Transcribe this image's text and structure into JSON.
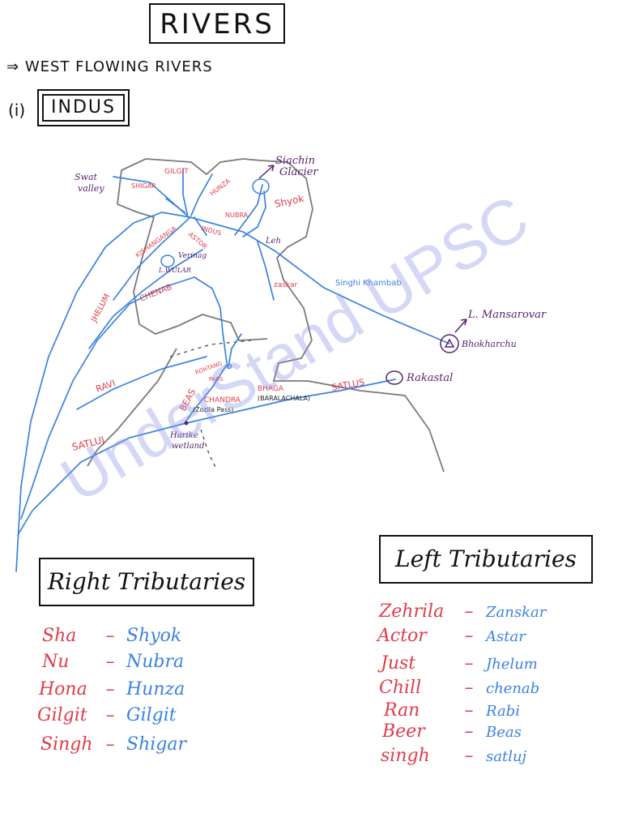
{
  "title": "RIVERS",
  "subtitle": "WEST FLOWING RIVERS",
  "arrow": "⇒",
  "section_number": "(i)",
  "section_title": "INDUS",
  "map_labels": {
    "swat_valley_1": "Swat",
    "swat_valley_2": "valley",
    "shigar": "SHIGAR",
    "gilgit": "GILGIT",
    "hunza": "HUNZA",
    "nubra": "NUBRA",
    "shyok": "Shyok",
    "siachin_1": "Siachin",
    "siachin_2": "Glacier",
    "indus": "INDUS",
    "astor": "ASTOR",
    "kishanganga": "KISHANGANGA",
    "leh": "Leh",
    "verinag": "Verinag",
    "l_wular": "L.WULAR",
    "zaskar": "zaskar",
    "singhi_khambab": "Singhi Khambab",
    "mansarovar": "L. Mansarovar",
    "bokhar_chu": "Bhokharchu",
    "jhelum": "JHELUM",
    "chenab": "CHENAB",
    "ravi": "RAVI",
    "beas": "BEAS",
    "rohtang_1": "ROHTANG",
    "rohtang_2": "PASS",
    "chandra": "CHANDRA",
    "zozila": "(Zozila Pass)",
    "bhaga": "BHAGA",
    "baralachala": "(BARALACHALA)",
    "satlus": "SATLUS",
    "rakastal": "Rakastal",
    "satluj": "SATLUJ",
    "harike_1": "Harike",
    "harike_2": "wetland"
  },
  "watermark": "UnderStand UPSC",
  "right_tributaries": {
    "title": "Right Tributaries",
    "rows": [
      {
        "mnemonic": "Sha",
        "river": "Shyok"
      },
      {
        "mnemonic": "Nu",
        "river": "Nubra"
      },
      {
        "mnemonic": "Hona",
        "river": "Hunza"
      },
      {
        "mnemonic": "Gilgit",
        "river": "Gilgit"
      },
      {
        "mnemonic": "Singh",
        "river": "Shigar"
      }
    ]
  },
  "left_tributaries": {
    "title": "Left Tributaries",
    "rows": [
      {
        "mnemonic": "Zehrila",
        "river": "Zanskar"
      },
      {
        "mnemonic": "Actor",
        "river": "Astar"
      },
      {
        "mnemonic": "Just",
        "river": "Jhelum"
      },
      {
        "mnemonic": "Chill",
        "river": "chenab"
      },
      {
        "mnemonic": "Ran",
        "river": "Rabi"
      },
      {
        "mnemonic": "Beer",
        "river": "Beas"
      },
      {
        "mnemonic": "singh",
        "river": "satluj"
      }
    ]
  },
  "colors": {
    "river_blue": "#3b82e0",
    "label_red": "#e03c4a",
    "place_purple": "#5a2270",
    "boundary_gray": "#7a7a7a"
  }
}
